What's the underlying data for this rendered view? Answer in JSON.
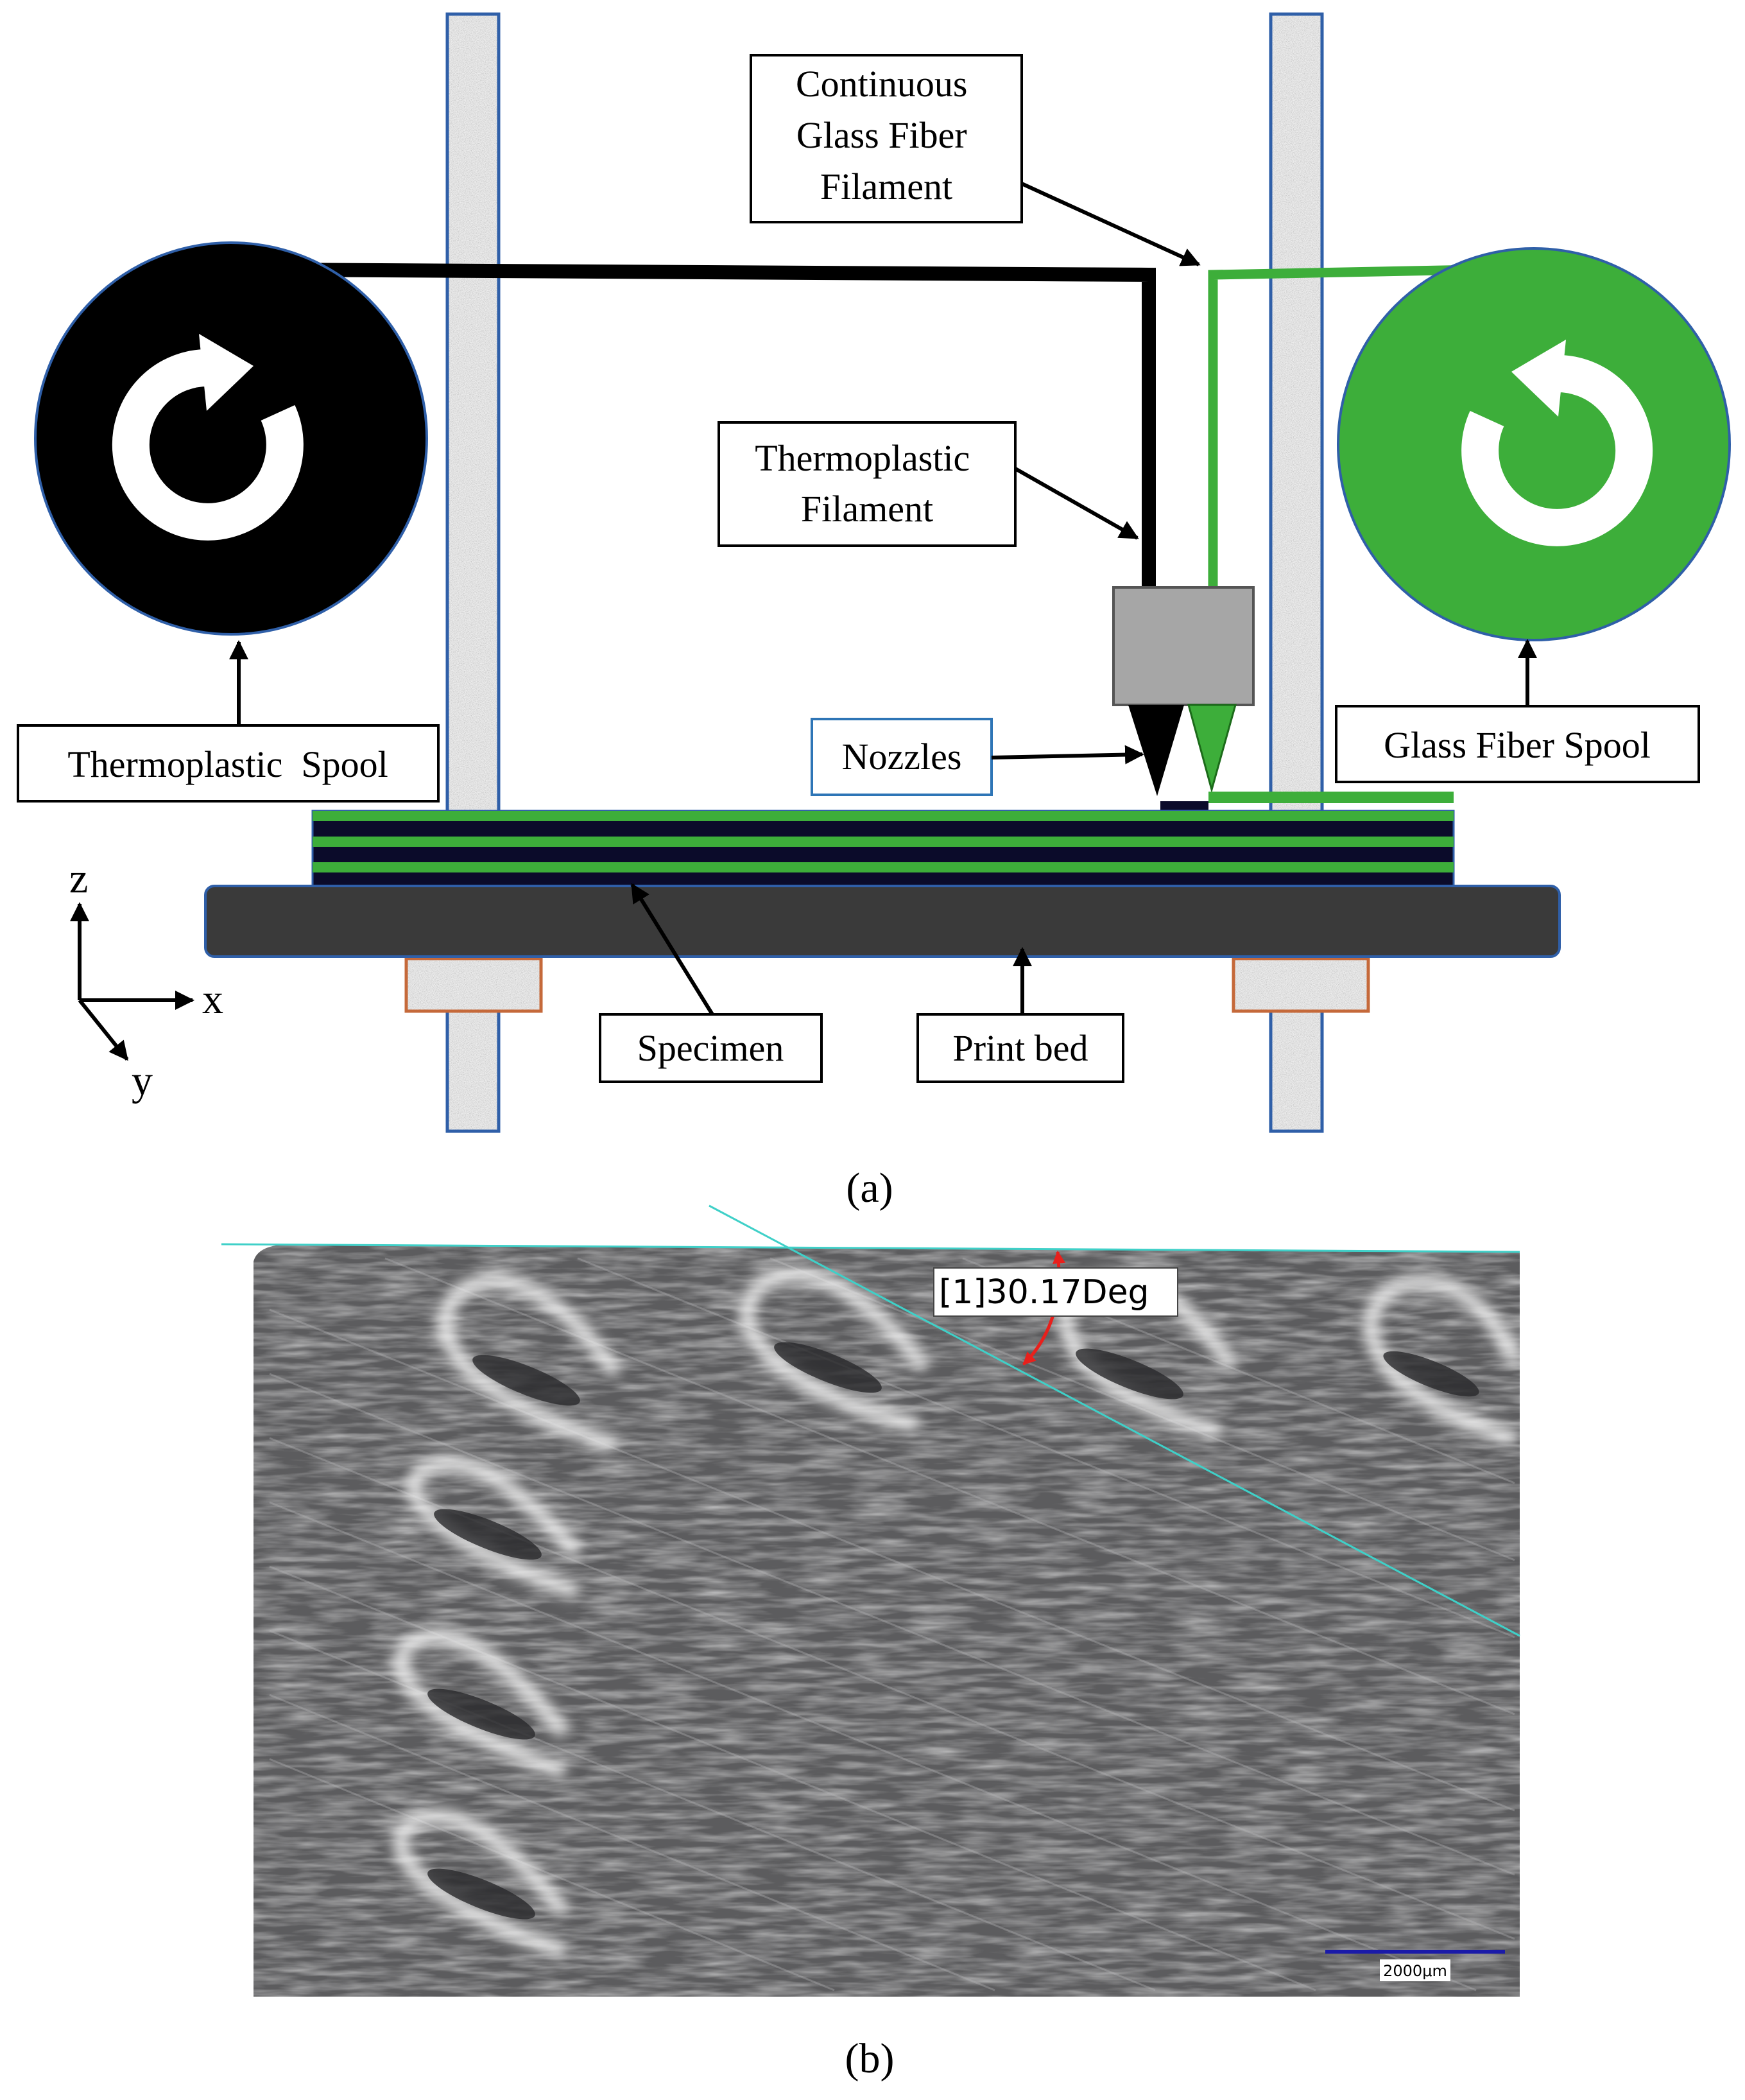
{
  "panel_a": {
    "caption": "(a)",
    "labels": {
      "continuous_glass_fiber": [
        "Continuous",
        "Glass Fiber",
        "Filament"
      ],
      "thermoplastic_filament": [
        "Thermoplastic",
        "Filament"
      ],
      "nozzles": "Nozzles",
      "thermoplastic_spool": "Thermoplastic  Spool",
      "glass_fiber_spool": "Glass Fiber Spool",
      "specimen": "Specimen",
      "print_bed": "Print bed"
    },
    "axes": {
      "z": "z",
      "x": "x",
      "y": "y"
    },
    "colors": {
      "thermoplastic": "#000000",
      "glass_fiber": "#3dae3a",
      "frame_outline": "#2f5fa8",
      "print_bed": "#3a3a3a",
      "nozzle_block": "#a6a6a6",
      "specimen_dark_layer": "#0b0b2a",
      "bracket_outline": "#c5693a",
      "nozzles_box_outline": "#2e75b6"
    },
    "icons": [
      "clockwise-arrow-icon",
      "counterclockwise-arrow-icon"
    ]
  },
  "panel_b": {
    "caption": "(b)",
    "measurement": "[1]30.17Deg",
    "scale_bar": "2000μm",
    "colors": {
      "reference_line": "#3fd0c8",
      "angle_arrow": "#e8201c",
      "scale_bar": "#1a1aa8"
    }
  }
}
